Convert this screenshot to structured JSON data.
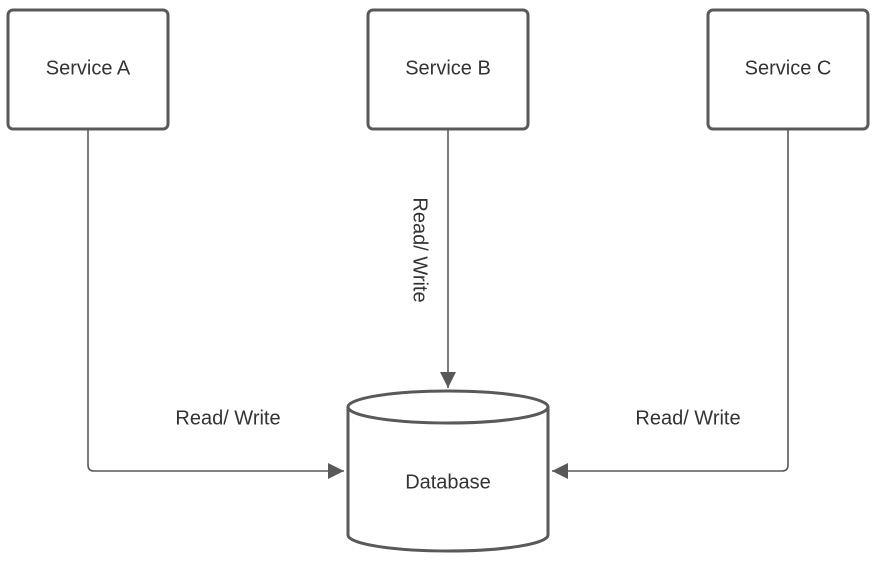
{
  "diagram": {
    "services": [
      {
        "label": "Service A"
      },
      {
        "label": "Service B"
      },
      {
        "label": "Service C"
      }
    ],
    "database": {
      "label": "Database"
    },
    "connectors": [
      {
        "from": "Service A",
        "to": "Database",
        "label": "Read/ Write"
      },
      {
        "from": "Service B",
        "to": "Database",
        "label": "Read/ Write"
      },
      {
        "from": "Service C",
        "to": "Database",
        "label": "Read/ Write"
      }
    ],
    "colors": {
      "stroke": "#595959",
      "text": "#333333",
      "background": "#ffffff"
    }
  }
}
